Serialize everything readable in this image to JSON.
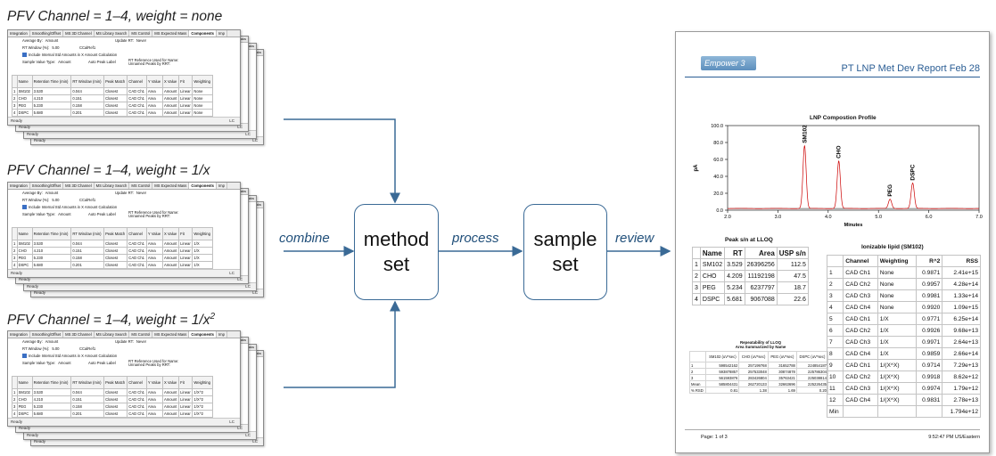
{
  "captions": [
    {
      "text": "PFV Channel = 1–4, weight = none",
      "sup": ""
    },
    {
      "text": "PFV Channel = 1–4, weight = 1/x",
      "sup": ""
    },
    {
      "text": "PFV Channel = 1–4, weight = 1/x",
      "sup": "2"
    }
  ],
  "windows": [
    {
      "tabs": [
        "Integration",
        "Smoothing/Offset",
        "MS 3D Channel",
        "MS Library Search",
        "MS Control",
        "MS Expected Mass",
        "Components",
        "Imp"
      ],
      "active_tab": "Components",
      "back_tab": "eeaks",
      "average_by_label": "Average By:",
      "average_by_value": "Amount",
      "update_rt_label": "Update RT:",
      "update_rt_value": "Never",
      "rt_window_label": "RT Window (%):",
      "rt_window_value": "5.00",
      "default_label": "CCalRef1",
      "checkbox_label": "Include Internal Std Amounts in X Amount Calculation",
      "sample_value_label": "Sample Value Type:",
      "sample_value_value": "Amount",
      "auto_peak_label": "Auto Peak Label",
      "rt_reference_label": "RT Reference Used for Name:",
      "unnamed_label": "Unnamed Peaks by RRT:",
      "headers": [
        "",
        "Name",
        "Retention Time (min)",
        "RT Window (min)",
        "Peak Match",
        "Channel",
        "Y Value",
        "X Value",
        "Fit",
        "Weighting"
      ],
      "rows": [
        [
          "1",
          "SM102",
          "3.530",
          "0.044",
          "Closest",
          "CAD Ch1",
          "Area",
          "Amount",
          "Linear",
          "None"
        ],
        [
          "2",
          "CHO",
          "4.210",
          "0.151",
          "Closest",
          "CAD Ch1",
          "Area",
          "Amount",
          "Linear",
          "None"
        ],
        [
          "3",
          "PEG",
          "5.230",
          "0.158",
          "Closest",
          "CAD Ch1",
          "Area",
          "Amount",
          "Linear",
          "None"
        ],
        [
          "4",
          "DSPC",
          "5.680",
          "0.201",
          "Closest",
          "CAD Ch1",
          "Area",
          "Amount",
          "Linear",
          "None"
        ]
      ],
      "status": "Ready",
      "lc": "LC"
    },
    {
      "tabs": [
        "Integration",
        "Smoothing/Offset",
        "MS 3D Channel",
        "MS Library Search",
        "MS Control",
        "MS Expected Mass",
        "Components",
        "Imp"
      ],
      "active_tab": "Components",
      "back_tab": "eeaks",
      "average_by_label": "Average By:",
      "average_by_value": "Amount",
      "update_rt_label": "Update RT:",
      "update_rt_value": "Never",
      "rt_window_label": "RT Window (%):",
      "rt_window_value": "5.00",
      "default_label": "CCalRef1",
      "checkbox_label": "Include Internal Std Amounts in X Amount Calculation",
      "sample_value_label": "Sample Value Type:",
      "sample_value_value": "Amount",
      "auto_peak_label": "Auto Peak Label",
      "rt_reference_label": "RT Reference Used for Name:",
      "unnamed_label": "Unnamed Peaks by RRT:",
      "headers": [
        "",
        "Name",
        "Retention Time (min)",
        "RT Window (min)",
        "Peak Match",
        "Channel",
        "Y Value",
        "X Value",
        "Fit",
        "Weighting"
      ],
      "rows": [
        [
          "1",
          "SM102",
          "3.530",
          "0.044",
          "Closest",
          "CAD Ch1",
          "Area",
          "Amount",
          "Linear",
          "1/X"
        ],
        [
          "2",
          "CHO",
          "4.210",
          "0.151",
          "Closest",
          "CAD Ch1",
          "Area",
          "Amount",
          "Linear",
          "1/X"
        ],
        [
          "3",
          "PEG",
          "5.230",
          "0.158",
          "Closest",
          "CAD Ch1",
          "Area",
          "Amount",
          "Linear",
          "1/X"
        ],
        [
          "4",
          "DSPC",
          "5.680",
          "0.201",
          "Closest",
          "CAD Ch1",
          "Area",
          "Amount",
          "Linear",
          "1/X"
        ]
      ],
      "status": "Ready",
      "lc": "LC"
    },
    {
      "tabs": [
        "Integration",
        "Smoothing/Offset",
        "MS 3D Channel",
        "MS Library Search",
        "MS Control",
        "MS Expected Mass",
        "Components",
        "Imp"
      ],
      "active_tab": "Components",
      "back_tab": "eeaks",
      "average_by_label": "Average By:",
      "average_by_value": "Amount",
      "update_rt_label": "Update RT:",
      "update_rt_value": "Never",
      "rt_window_label": "RT Window (%):",
      "rt_window_value": "5.00",
      "default_label": "CCalRef1",
      "checkbox_label": "Include Internal Std Amounts in X Amount Calculation",
      "sample_value_label": "Sample Value Type:",
      "sample_value_value": "Amount",
      "auto_peak_label": "Auto Peak Label",
      "rt_reference_label": "RT Reference Used for Name:",
      "unnamed_label": "Unnamed Peaks by RRT:",
      "headers": [
        "",
        "Name",
        "Retention Time (min)",
        "RT Window (min)",
        "Peak Match",
        "Channel",
        "Y Value",
        "X Value",
        "Fit",
        "Weighting"
      ],
      "rows": [
        [
          "1",
          "SM102",
          "3.530",
          "0.044",
          "Closest",
          "CAD Ch1",
          "Area",
          "Amount",
          "Linear",
          "1/X^2"
        ],
        [
          "2",
          "CHO",
          "4.210",
          "0.151",
          "Closest",
          "CAD Ch1",
          "Area",
          "Amount",
          "Linear",
          "1/X^2"
        ],
        [
          "3",
          "PEG",
          "5.230",
          "0.158",
          "Closest",
          "CAD Ch1",
          "Area",
          "Amount",
          "Linear",
          "1/X^2"
        ],
        [
          "4",
          "DSPC",
          "5.680",
          "0.201",
          "Closest",
          "CAD Ch1",
          "Area",
          "Amount",
          "Linear",
          "1/X^2"
        ]
      ],
      "status": "Ready",
      "lc": "LC"
    }
  ],
  "flow": {
    "combine_label": "combine",
    "method_set": "method set",
    "process_label": "process",
    "sample_set": "sample set",
    "review_label": "review"
  },
  "colors": {
    "connector": "#3a6a96",
    "label": "#1f4e79",
    "trace": "#cc0000",
    "baseline": "#000000"
  },
  "report": {
    "logo": "Empower 3",
    "title": "PT LNP Met Dev Report Feb 28",
    "page": "Page: 1 of 3",
    "timestamp": "9:52:47 PM US/Eastern",
    "peak_section": "Peak s/n at LLOQ",
    "peak_table": {
      "headers": [
        "",
        "Name",
        "RT",
        "Area",
        "USP s/n"
      ],
      "rows": [
        [
          "1",
          "SM102",
          "3.529",
          "26396256",
          "112.5"
        ],
        [
          "2",
          "CHO",
          "4.209",
          "11192198",
          "47.5"
        ],
        [
          "3",
          "PEG",
          "5.234",
          "6237797",
          "18.7"
        ],
        [
          "4",
          "DSPC",
          "5.681",
          "9067088",
          "22.6"
        ]
      ]
    },
    "rep_title_1": "Repeatability of LLOQ",
    "rep_title_2": "Area Summarized by Name",
    "rep_table": {
      "headers": [
        "",
        "SM102 (uV*sec)",
        "CHO (uV*sec)",
        "PEG (uV*sec)",
        "DSPC (uV*sec)"
      ],
      "rows": [
        [
          "1",
          "598542162",
          "257199768",
          "31652788",
          "224854187"
        ],
        [
          "2",
          "593878857",
          "257533048",
          "30874878",
          "225786304"
        ],
        [
          "3",
          "561593876",
          "283426804",
          "35763421",
          "225038814"
        ],
        [
          "Mean",
          "585804431",
          "262720133",
          "32663696",
          "225226435"
        ],
        [
          "% RSD",
          "0.81",
          "1.38",
          "1.69",
          "0.20"
        ]
      ]
    },
    "lipid_section": "Ionizable lipid (SM102)",
    "lipid_table": {
      "headers": [
        "",
        "Channel",
        "Weighting",
        "R^2",
        "RSS"
      ],
      "rows": [
        [
          "1",
          "CAD Ch1",
          "None",
          "0.9871",
          "2.41e+15"
        ],
        [
          "2",
          "CAD Ch2",
          "None",
          "0.9957",
          "4.28e+14"
        ],
        [
          "3",
          "CAD Ch3",
          "None",
          "0.9981",
          "1.33e+14"
        ],
        [
          "4",
          "CAD Ch4",
          "None",
          "0.9920",
          "1.09e+15"
        ],
        [
          "5",
          "CAD Ch1",
          "1/X",
          "0.9771",
          "6.25e+14"
        ],
        [
          "6",
          "CAD Ch2",
          "1/X",
          "0.9926",
          "9.68e+13"
        ],
        [
          "7",
          "CAD Ch3",
          "1/X",
          "0.9971",
          "2.64e+13"
        ],
        [
          "8",
          "CAD Ch4",
          "1/X",
          "0.9859",
          "2.66e+14"
        ],
        [
          "9",
          "CAD Ch1",
          "1/(X^X)",
          "0.9714",
          "7.29e+13"
        ],
        [
          "10",
          "CAD Ch2",
          "1/(X^X)",
          "0.9918",
          "8.62e+12"
        ],
        [
          "11",
          "CAD Ch3",
          "1/(X^X)",
          "0.9974",
          "1.79e+12"
        ],
        [
          "12",
          "CAD Ch4",
          "1/(X^X)",
          "0.9831",
          "2.78e+13"
        ],
        [
          "Min",
          "",
          "",
          "",
          "1.794e+12"
        ]
      ]
    }
  },
  "chart_data": {
    "type": "line",
    "title": "LNP Compostion Profile",
    "xlabel": "Minutes",
    "ylabel": "pA",
    "xlim": [
      2.0,
      7.0
    ],
    "ylim": [
      0,
      100
    ],
    "xticks": [
      "2.0",
      "3.0",
      "4.0",
      "5.0",
      "6.0",
      "7.0"
    ],
    "yticks": [
      "0.0",
      "20.0",
      "40.0",
      "60.0",
      "80.0",
      "100.0"
    ],
    "peaks": [
      {
        "name": "SM102",
        "x": 3.53,
        "y": 76
      },
      {
        "name": "CHO",
        "x": 4.21,
        "y": 58
      },
      {
        "name": "PEG",
        "x": 5.23,
        "y": 13
      },
      {
        "name": "DSPC",
        "x": 5.68,
        "y": 32
      }
    ],
    "grid": false
  }
}
